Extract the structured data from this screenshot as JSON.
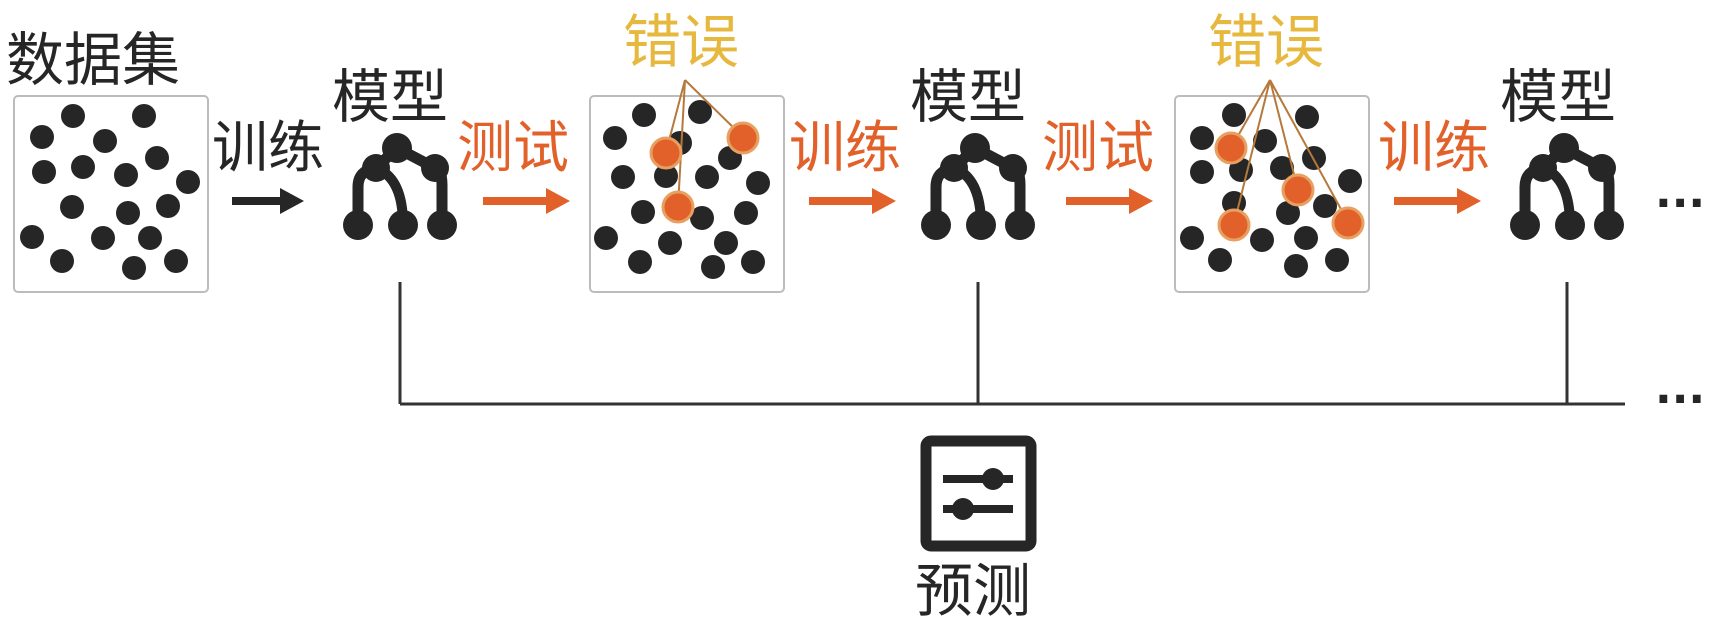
{
  "labels": {
    "dataset": "数据集",
    "train": "训练",
    "test": "测试",
    "model": "模型",
    "error": "错误",
    "predict": "预测",
    "ellipsis": "···"
  },
  "colors": {
    "ink": "#262626",
    "accent": "#e2612a",
    "error_text": "#e7b83e",
    "error_line": "#b5793a",
    "box_stroke": "#bcbcbc",
    "rail": "#333333"
  },
  "icons": {
    "model": "tree-model-icon",
    "arrow": "arrow-right-icon",
    "predict": "slider-panel-icon"
  }
}
